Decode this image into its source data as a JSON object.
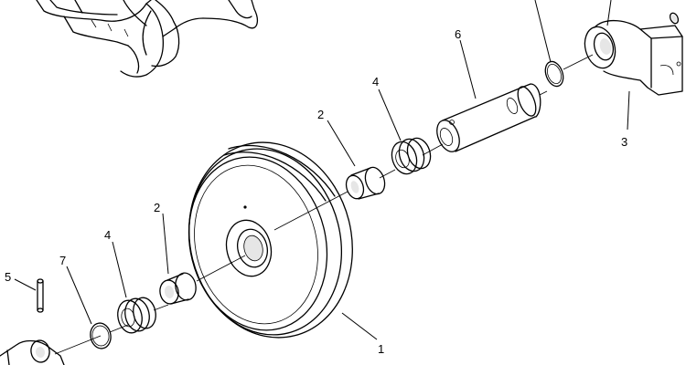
{
  "callouts": {
    "c1": "1",
    "c2a": "2",
    "c2b": "2",
    "c3": "3",
    "c4a": "4",
    "c4b": "4",
    "c5": "5",
    "c6": "6",
    "c7": "7"
  },
  "colors": {
    "line": "#000000",
    "background": "#ffffff",
    "shade": "#e6e6e6"
  }
}
